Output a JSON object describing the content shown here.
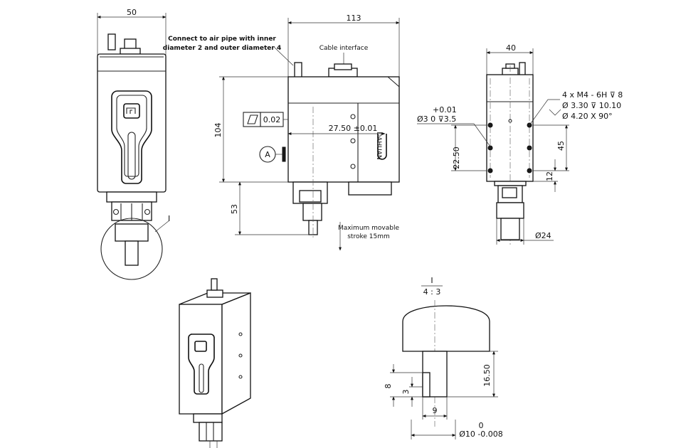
{
  "front_view": {
    "width_dim": "50",
    "detail_callout": "I"
  },
  "side_view": {
    "length_dim": "113",
    "air_note_line1": "Connect to air pipe with inner",
    "air_note_line2": "diameter 2 and outer diameter 4",
    "cable_label": "Cable interface",
    "height_dim": "104",
    "flatness_value": "0.02",
    "datum_label": "A",
    "center_dim": "27.50 ±0.01",
    "stroke_dim": "53",
    "stroke_note_line1": "Maximum movable",
    "stroke_note_line2": "stroke 15mm",
    "brand_text": "DAHUAN"
  },
  "rear_view": {
    "width_dim": "40",
    "thread_line1": "4 x  M4 - 6H   ⊽ 8",
    "thread_line2": "Ø 3.30   ⊽ 10.10",
    "thread_line3": "Ø 4.20 X 90°",
    "pin_tol_upper": "+0.01",
    "pin_label": "Ø3    0    ⊽3.5",
    "dim_22_50": "22.50",
    "dim_45": "45",
    "dim_12": "12",
    "shaft_dia": "Ø24"
  },
  "detail_view": {
    "title": "I",
    "scale": "4 : 3",
    "dim_16_50": "16.50",
    "dim_8": "8",
    "dim_3": "3",
    "dim_9": "9",
    "tol_upper": "0",
    "dia_label": "Ø10  -0.008"
  }
}
